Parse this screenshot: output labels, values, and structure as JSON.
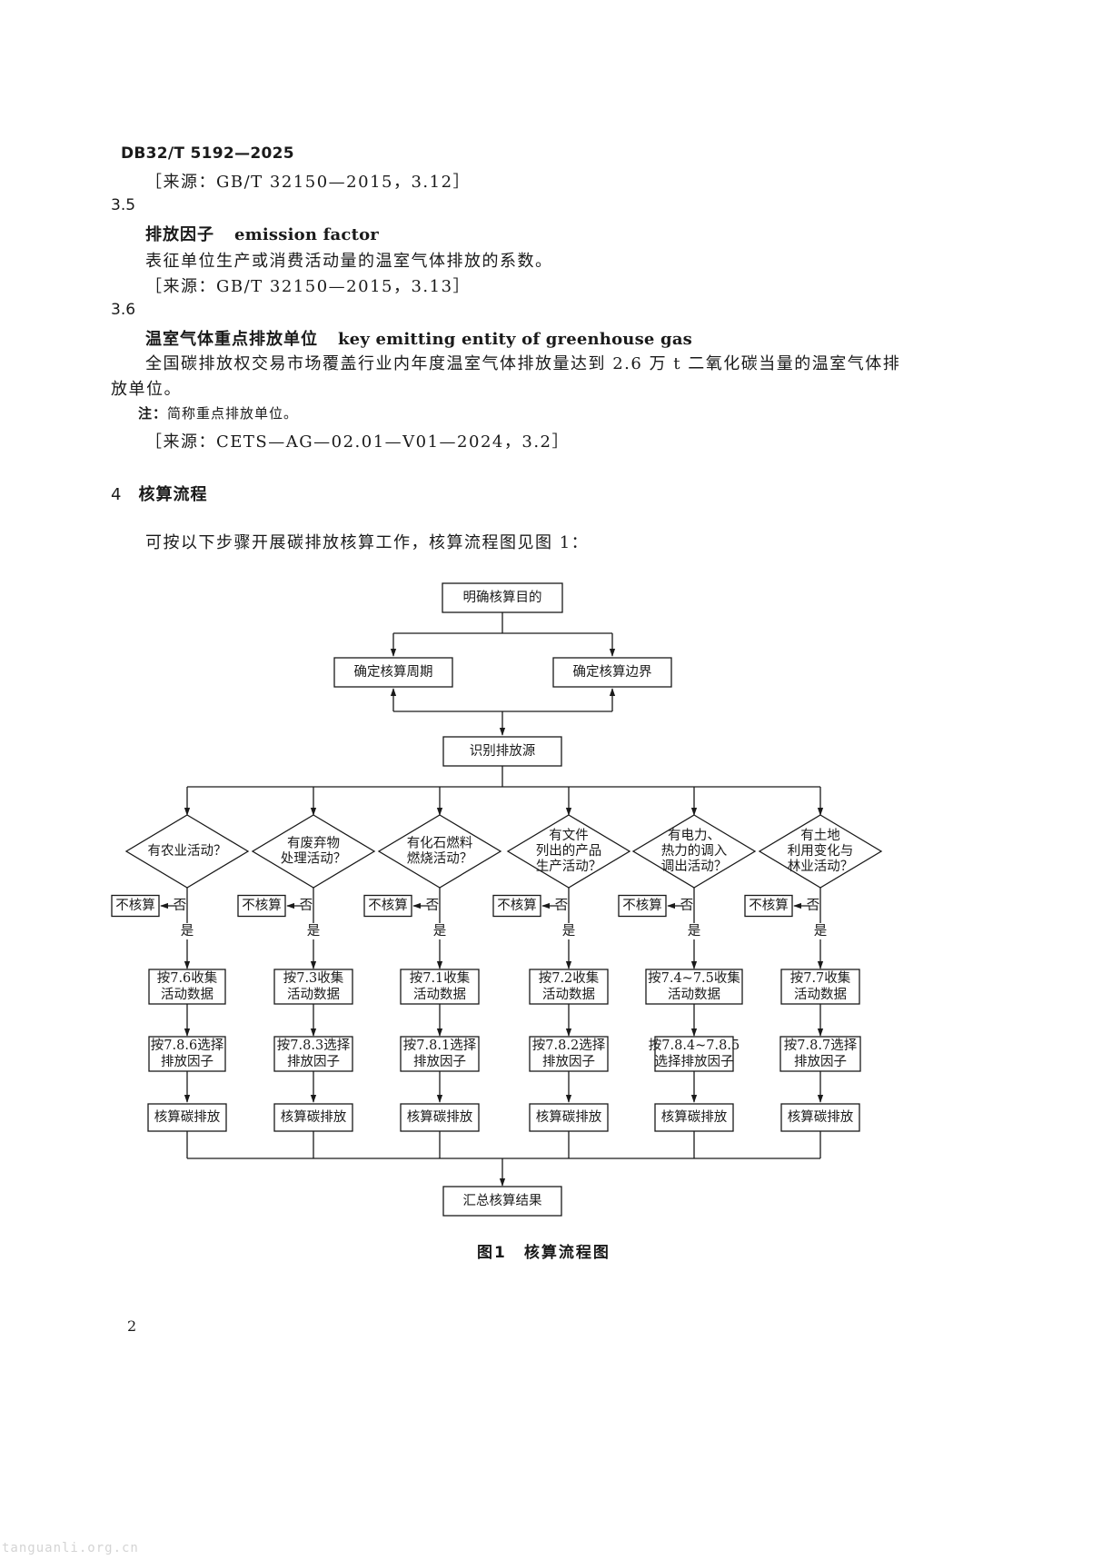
{
  "header": {
    "code": "DB32/T 5192—2025"
  },
  "clause_3_4": {
    "source": "［来源：GB/T 32150—2015，3.12］"
  },
  "clause_3_5": {
    "number": "3.5",
    "term_zh": "排放因子",
    "term_en": "emission factor",
    "definition": "表征单位生产或消费活动量的温室气体排放的系数。",
    "source": "［来源：GB/T 32150—2015，3.13］"
  },
  "clause_3_6": {
    "number": "3.6",
    "term_zh": "温室气体重点排放单位",
    "term_en": "key emitting entity of greenhouse gas",
    "definition_line1": "全国碳排放权交易市场覆盖行业内年度温室气体排放量达到 2.6 万 t 二氧化碳当量的温室气体排",
    "definition_line2": "放单位。",
    "note_label": "注：",
    "note_text": "简称重点排放单位。",
    "source": "［来源：CETS—AG—02.01—V01—2024，3.2］"
  },
  "section_4": {
    "number": "4",
    "title": "核算流程",
    "intro": "可按以下步骤开展碳排放核算工作，核算流程图见图 1："
  },
  "flowchart": {
    "start": "明确核算目的",
    "period": "确定核算周期",
    "boundary": "确定核算边界",
    "identify": "识别排放源",
    "no_label": "否",
    "yes_label": "是",
    "skip": "不核算",
    "summary": "汇总核算结果",
    "branches": [
      {
        "decision": [
          "有农业活动？"
        ],
        "collect": [
          "按7.6收集",
          "活动数据"
        ],
        "factor": [
          "按7.8.6选择",
          "排放因子"
        ],
        "calc": "核算碳排放"
      },
      {
        "decision": [
          "有废弃物",
          "处理活动？"
        ],
        "collect": [
          "按7.3收集",
          "活动数据"
        ],
        "factor": [
          "按7.8.3选择",
          "排放因子"
        ],
        "calc": "核算碳排放"
      },
      {
        "decision": [
          "有化石燃料",
          "燃烧活动？"
        ],
        "collect": [
          "按7.1收集",
          "活动数据"
        ],
        "factor": [
          "按7.8.1选择",
          "排放因子"
        ],
        "calc": "核算碳排放"
      },
      {
        "decision": [
          "有文件",
          "列出的产品",
          "生产活动？"
        ],
        "collect": [
          "按7.2收集",
          "活动数据"
        ],
        "factor": [
          "按7.8.2选择",
          "排放因子"
        ],
        "calc": "核算碳排放"
      },
      {
        "decision": [
          "有电力、",
          "热力的调入",
          "调出活动？"
        ],
        "collect": [
          "按7.4~7.5收集",
          "活动数据"
        ],
        "factor": [
          "按7.8.4~7.8.5",
          "选择排放因子"
        ],
        "calc": "核算碳排放"
      },
      {
        "decision": [
          "有土地",
          "利用变化与",
          "林业活动？"
        ],
        "collect": [
          "按7.7收集",
          "活动数据"
        ],
        "factor": [
          "按7.8.7选择",
          "排放因子"
        ],
        "calc": "核算碳排放"
      }
    ]
  },
  "figure_caption": "图1　核算流程图",
  "page_number": "2",
  "watermark": "tanguanli.org.cn"
}
